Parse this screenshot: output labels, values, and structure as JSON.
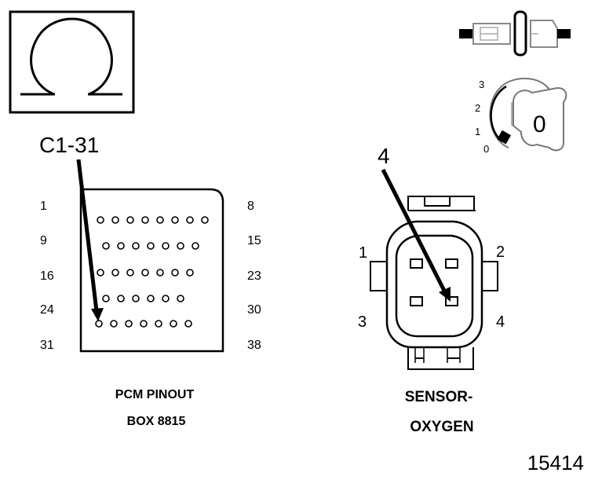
{
  "ohm_symbol": "ohm-icon",
  "pcm": {
    "callout": "C1-31",
    "left_labels": [
      "1",
      "9",
      "16",
      "24",
      "31"
    ],
    "right_labels": [
      "8",
      "15",
      "23",
      "30",
      "38"
    ],
    "caption_line1": "PCM PINOUT",
    "caption_line2": "BOX 8815",
    "pin_rows": [
      8,
      7,
      7,
      6,
      7
    ]
  },
  "sensor": {
    "callout": "4",
    "pin_labels": [
      "1",
      "2",
      "3",
      "4"
    ],
    "caption_line1": "SENSOR-",
    "caption_line2": "OXYGEN"
  },
  "ignition": {
    "positions": [
      "3",
      "2",
      "1",
      "0"
    ],
    "key_label": "0"
  },
  "figure_number": "15414"
}
